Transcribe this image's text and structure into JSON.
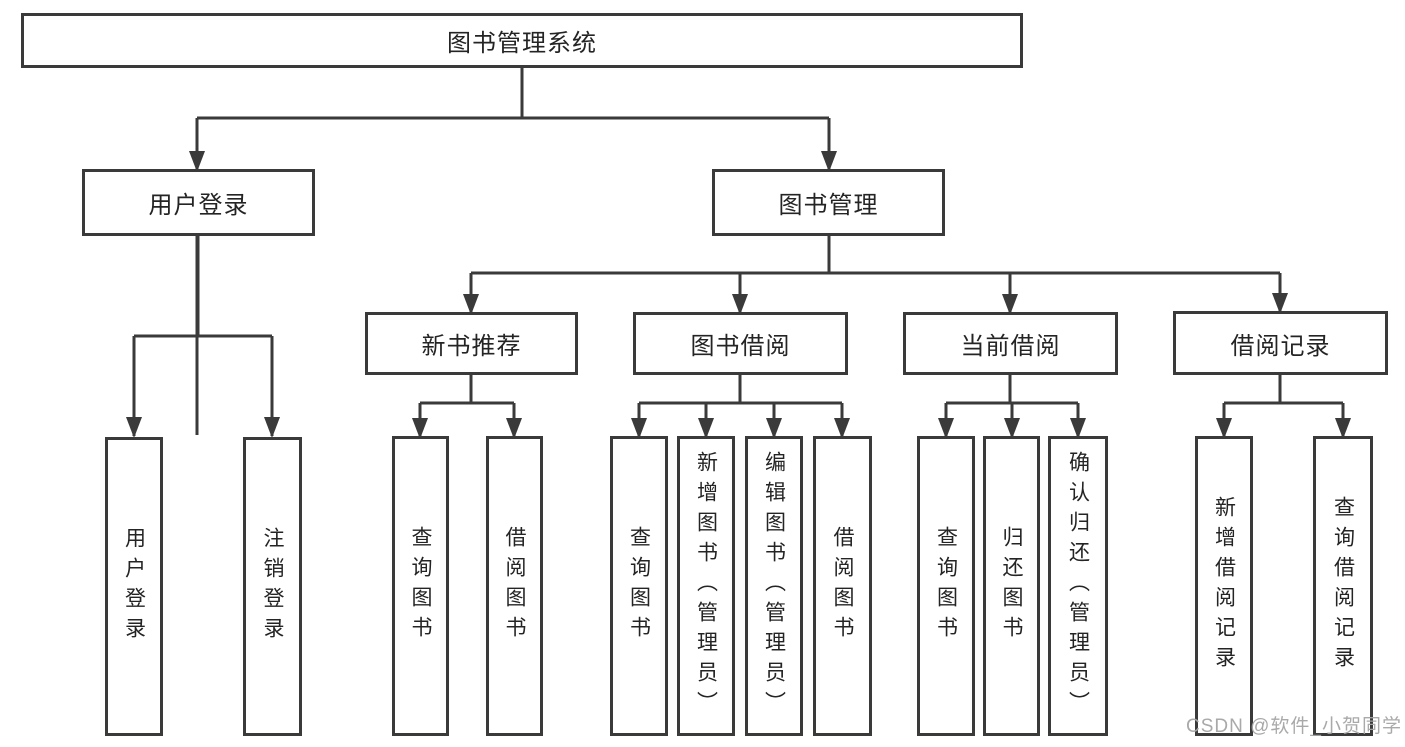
{
  "diagram_title": "图书管理系统",
  "colors": {
    "line": "#3a3a3a",
    "box_border": "#3a3a3a",
    "text": "#242424",
    "background": "#ffffff",
    "watermark": "#a4a4a4"
  },
  "nodes": {
    "root": {
      "label": "图书管理系统"
    },
    "user_login": {
      "label": "用户登录"
    },
    "book_mgmt": {
      "label": "图书管理"
    },
    "new_book_rec": {
      "label": "新书推荐"
    },
    "book_borrow": {
      "label": "图书借阅"
    },
    "current_borrow": {
      "label": "当前借阅"
    },
    "borrow_records": {
      "label": "借阅记录"
    },
    "leaf_user_login": {
      "label": "用户登录"
    },
    "leaf_logout": {
      "label": "注销登录"
    },
    "leaf_nbr_query_books": {
      "label": "查询图书"
    },
    "leaf_nbr_borrow_books": {
      "label": "借阅图书"
    },
    "leaf_bb_query_books": {
      "label": "查询图书"
    },
    "leaf_bb_add_books": {
      "label": "新增图书（管理员）"
    },
    "leaf_bb_edit_books": {
      "label": "编辑图书（管理员）"
    },
    "leaf_bb_borrow_books": {
      "label": "借阅图书"
    },
    "leaf_cb_query_books": {
      "label": "查询图书"
    },
    "leaf_cb_return_books": {
      "label": "归还图书"
    },
    "leaf_cb_confirm_return": {
      "label": "确认归还（管理员）"
    },
    "leaf_br_add_record": {
      "label": "新增借阅记录"
    },
    "leaf_br_query_record": {
      "label": "查询借阅记录"
    }
  },
  "hierarchy": {
    "图书管理系统": {
      "用户登录": [
        "用户登录",
        "注销登录"
      ],
      "图书管理": {
        "新书推荐": [
          "查询图书",
          "借阅图书"
        ],
        "图书借阅": [
          "查询图书",
          "新增图书（管理员）",
          "编辑图书（管理员）",
          "借阅图书"
        ],
        "当前借阅": [
          "查询图书",
          "归还图书",
          "确认归还（管理员）"
        ],
        "借阅记录": [
          "新增借阅记录",
          "查询借阅记录"
        ]
      }
    }
  },
  "watermark": "CSDN @软件_小贺同学"
}
